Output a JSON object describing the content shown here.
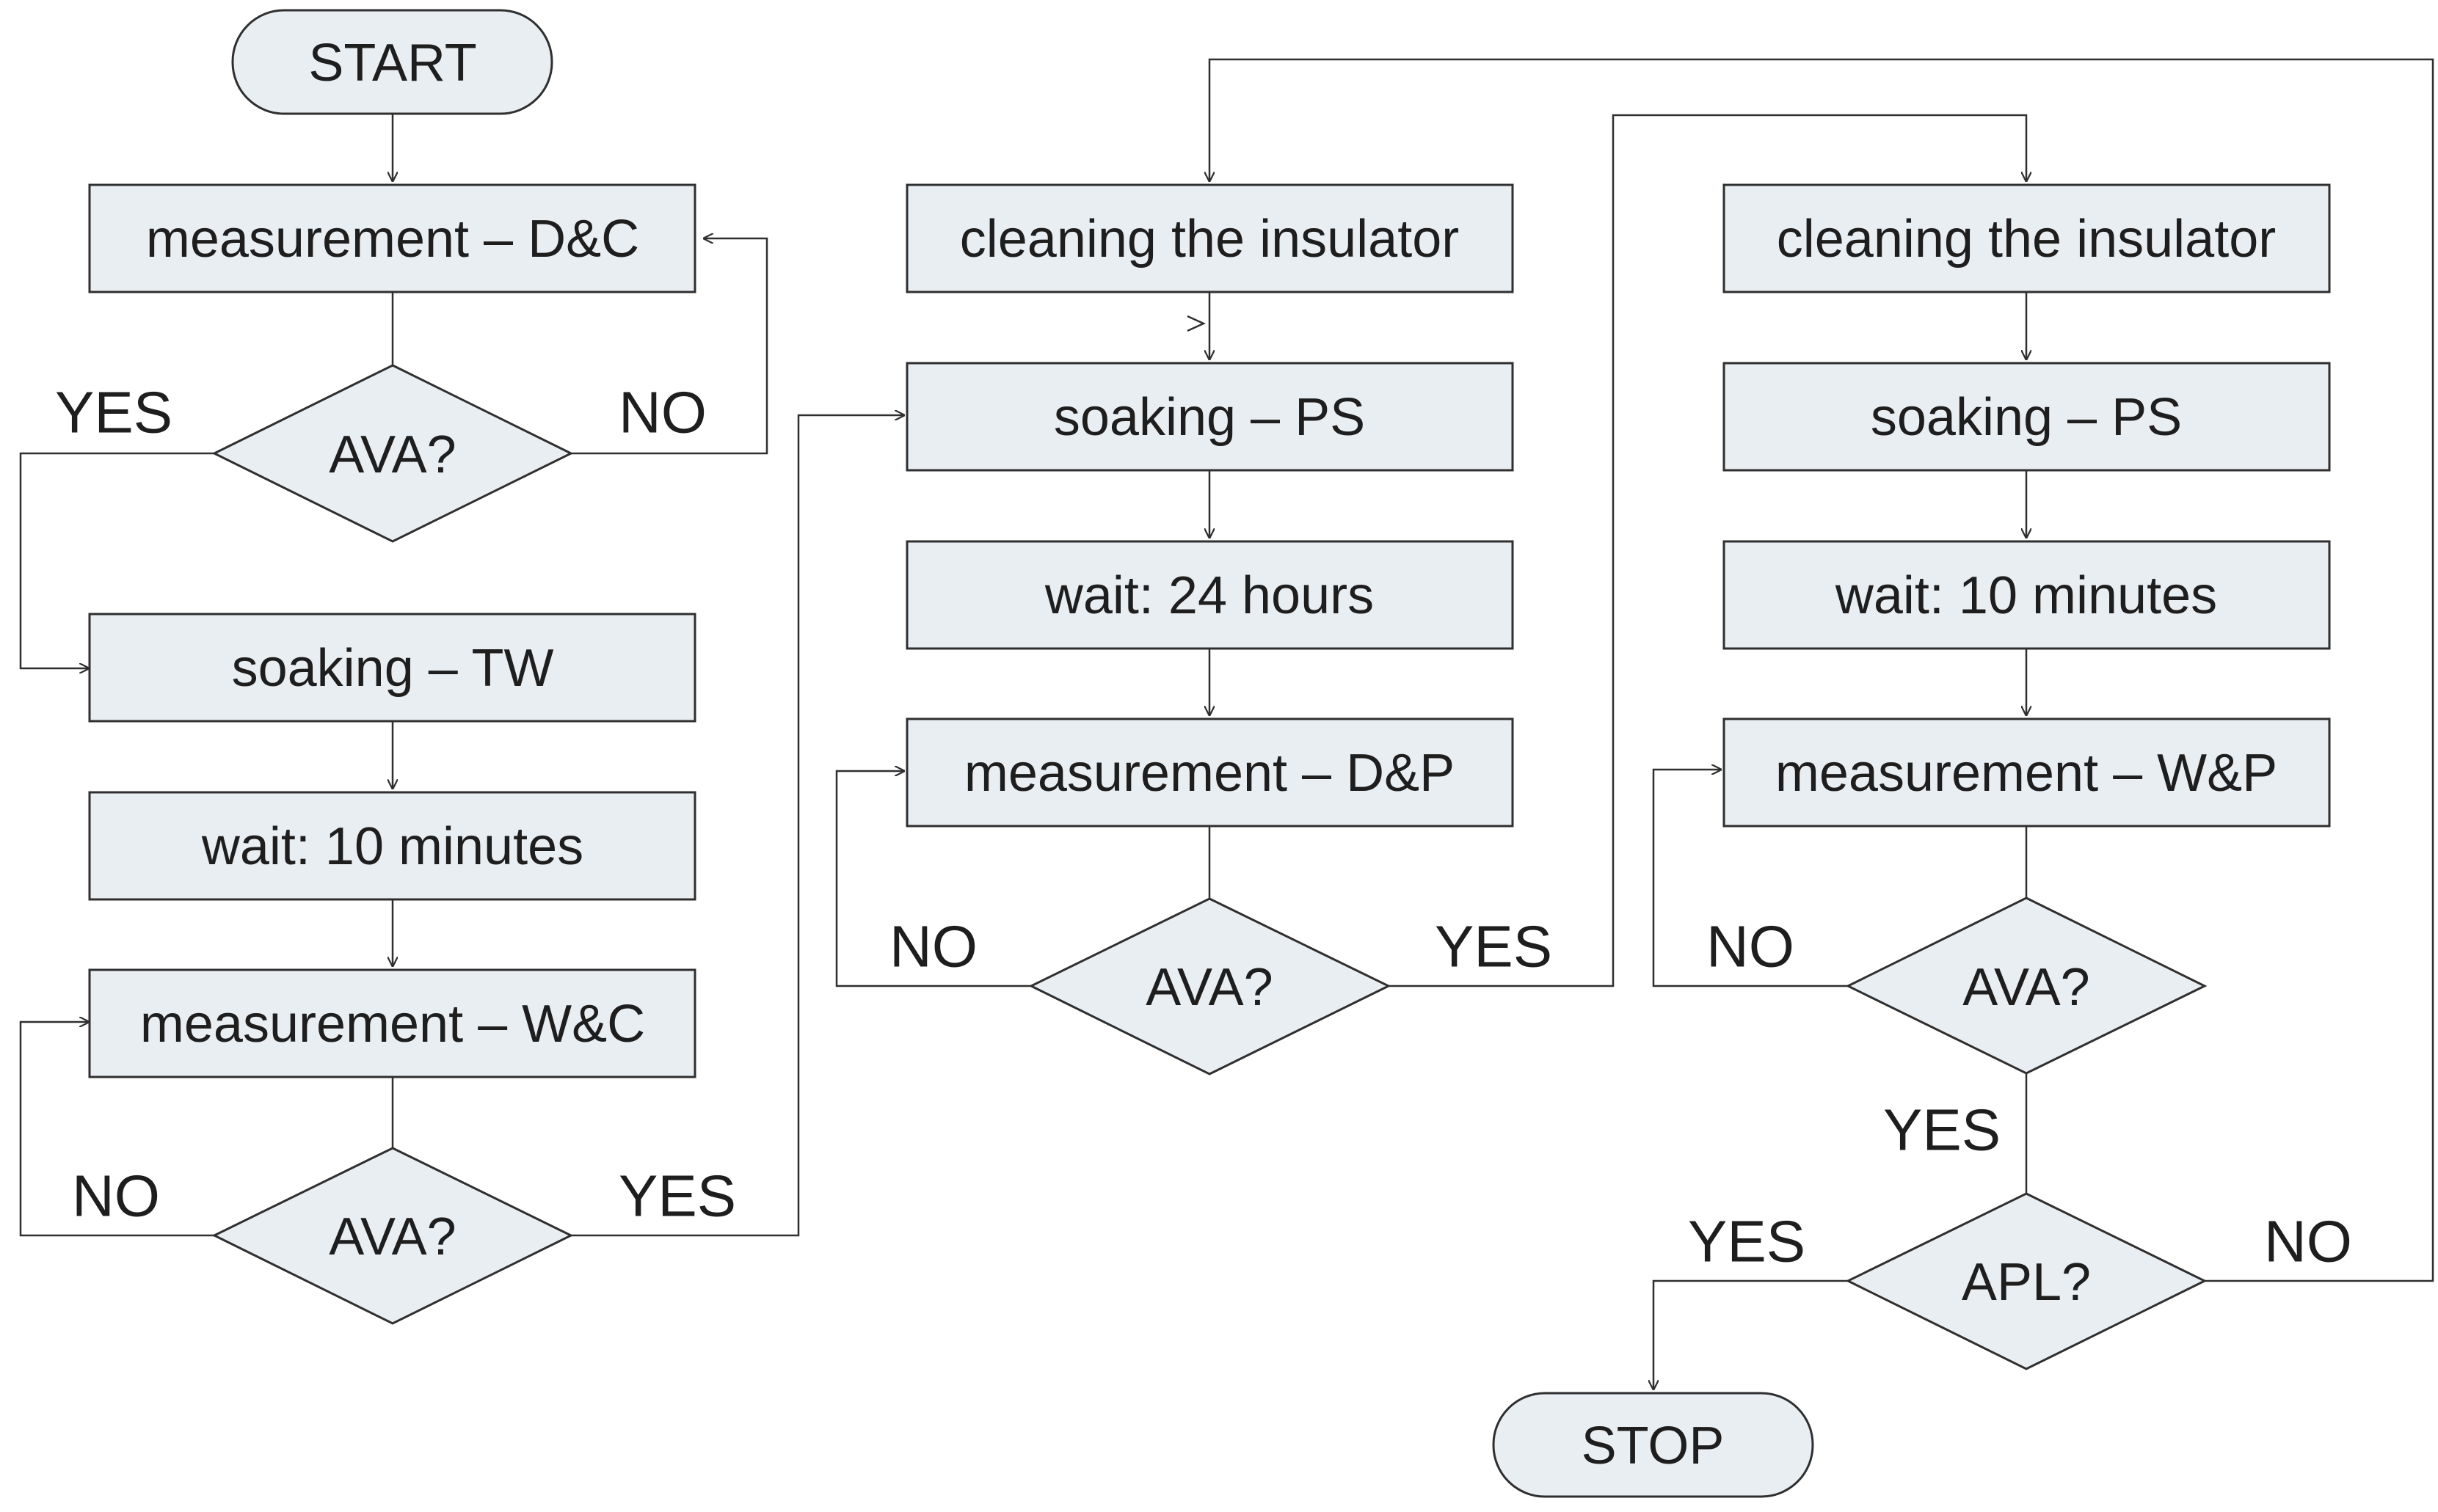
{
  "diagram": {
    "nodes": {
      "start": "START",
      "meas_dc": "measurement – D&C",
      "ava_1": "AVA?",
      "soak_tw": "soaking – TW",
      "wait_10_a": "wait: 10 minutes",
      "meas_wc": "measurement – W&C",
      "ava_2": "AVA?",
      "clean_1": "cleaning the insulator",
      "soak_ps_1": "soaking – PS",
      "wait_24h": "wait: 24 hours",
      "meas_dp": "measurement – D&P",
      "ava_3": "AVA?",
      "clean_2": "cleaning the insulator",
      "soak_ps_2": "soaking – PS",
      "wait_10_b": "wait: 10 minutes",
      "meas_wp": "measurement – W&P",
      "ava_4": "AVA?",
      "apl": "APL?",
      "stop": "STOP"
    },
    "labels": {
      "ava_1_yes": "YES",
      "ava_1_no": "NO",
      "ava_2_no": "NO",
      "ava_2_yes": "YES",
      "ava_3_no": "NO",
      "ava_3_yes": "YES",
      "ava_4_no": "NO",
      "ava_4_yes": "YES",
      "apl_yes": "YES",
      "apl_no": "NO"
    }
  }
}
